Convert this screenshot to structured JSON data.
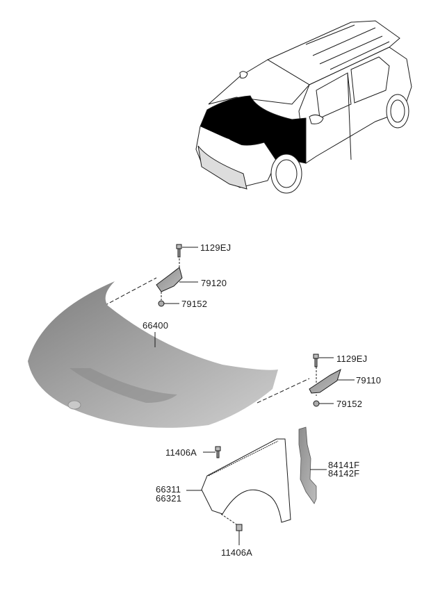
{
  "diagram": {
    "type": "exploded parts diagram",
    "subject": "Hood and front fender assembly",
    "parts": [
      {
        "id": "bolt-hinge-upper-left",
        "label": "1129EJ"
      },
      {
        "id": "hinge-left",
        "label": "79120"
      },
      {
        "id": "nut-hinge-left",
        "label": "79152"
      },
      {
        "id": "hood-panel",
        "label": "66400"
      },
      {
        "id": "bolt-hinge-upper-right",
        "label": "1129EJ"
      },
      {
        "id": "hinge-right",
        "label": "79110"
      },
      {
        "id": "nut-hinge-right",
        "label": "79152"
      },
      {
        "id": "fender-bolt-top",
        "label": "11406A"
      },
      {
        "id": "fender",
        "label_line1": "66311",
        "label_line2": "66321"
      },
      {
        "id": "fender-bolt-bottom",
        "label": "11406A"
      },
      {
        "id": "fender-insulator",
        "label_line1": "84141F",
        "label_line2": "84142F"
      }
    ],
    "colors": {
      "line": "#1a1a1a",
      "highlight": "#000000",
      "part_fill": "#9a9a9a",
      "part_light": "#c8c8c8"
    }
  }
}
